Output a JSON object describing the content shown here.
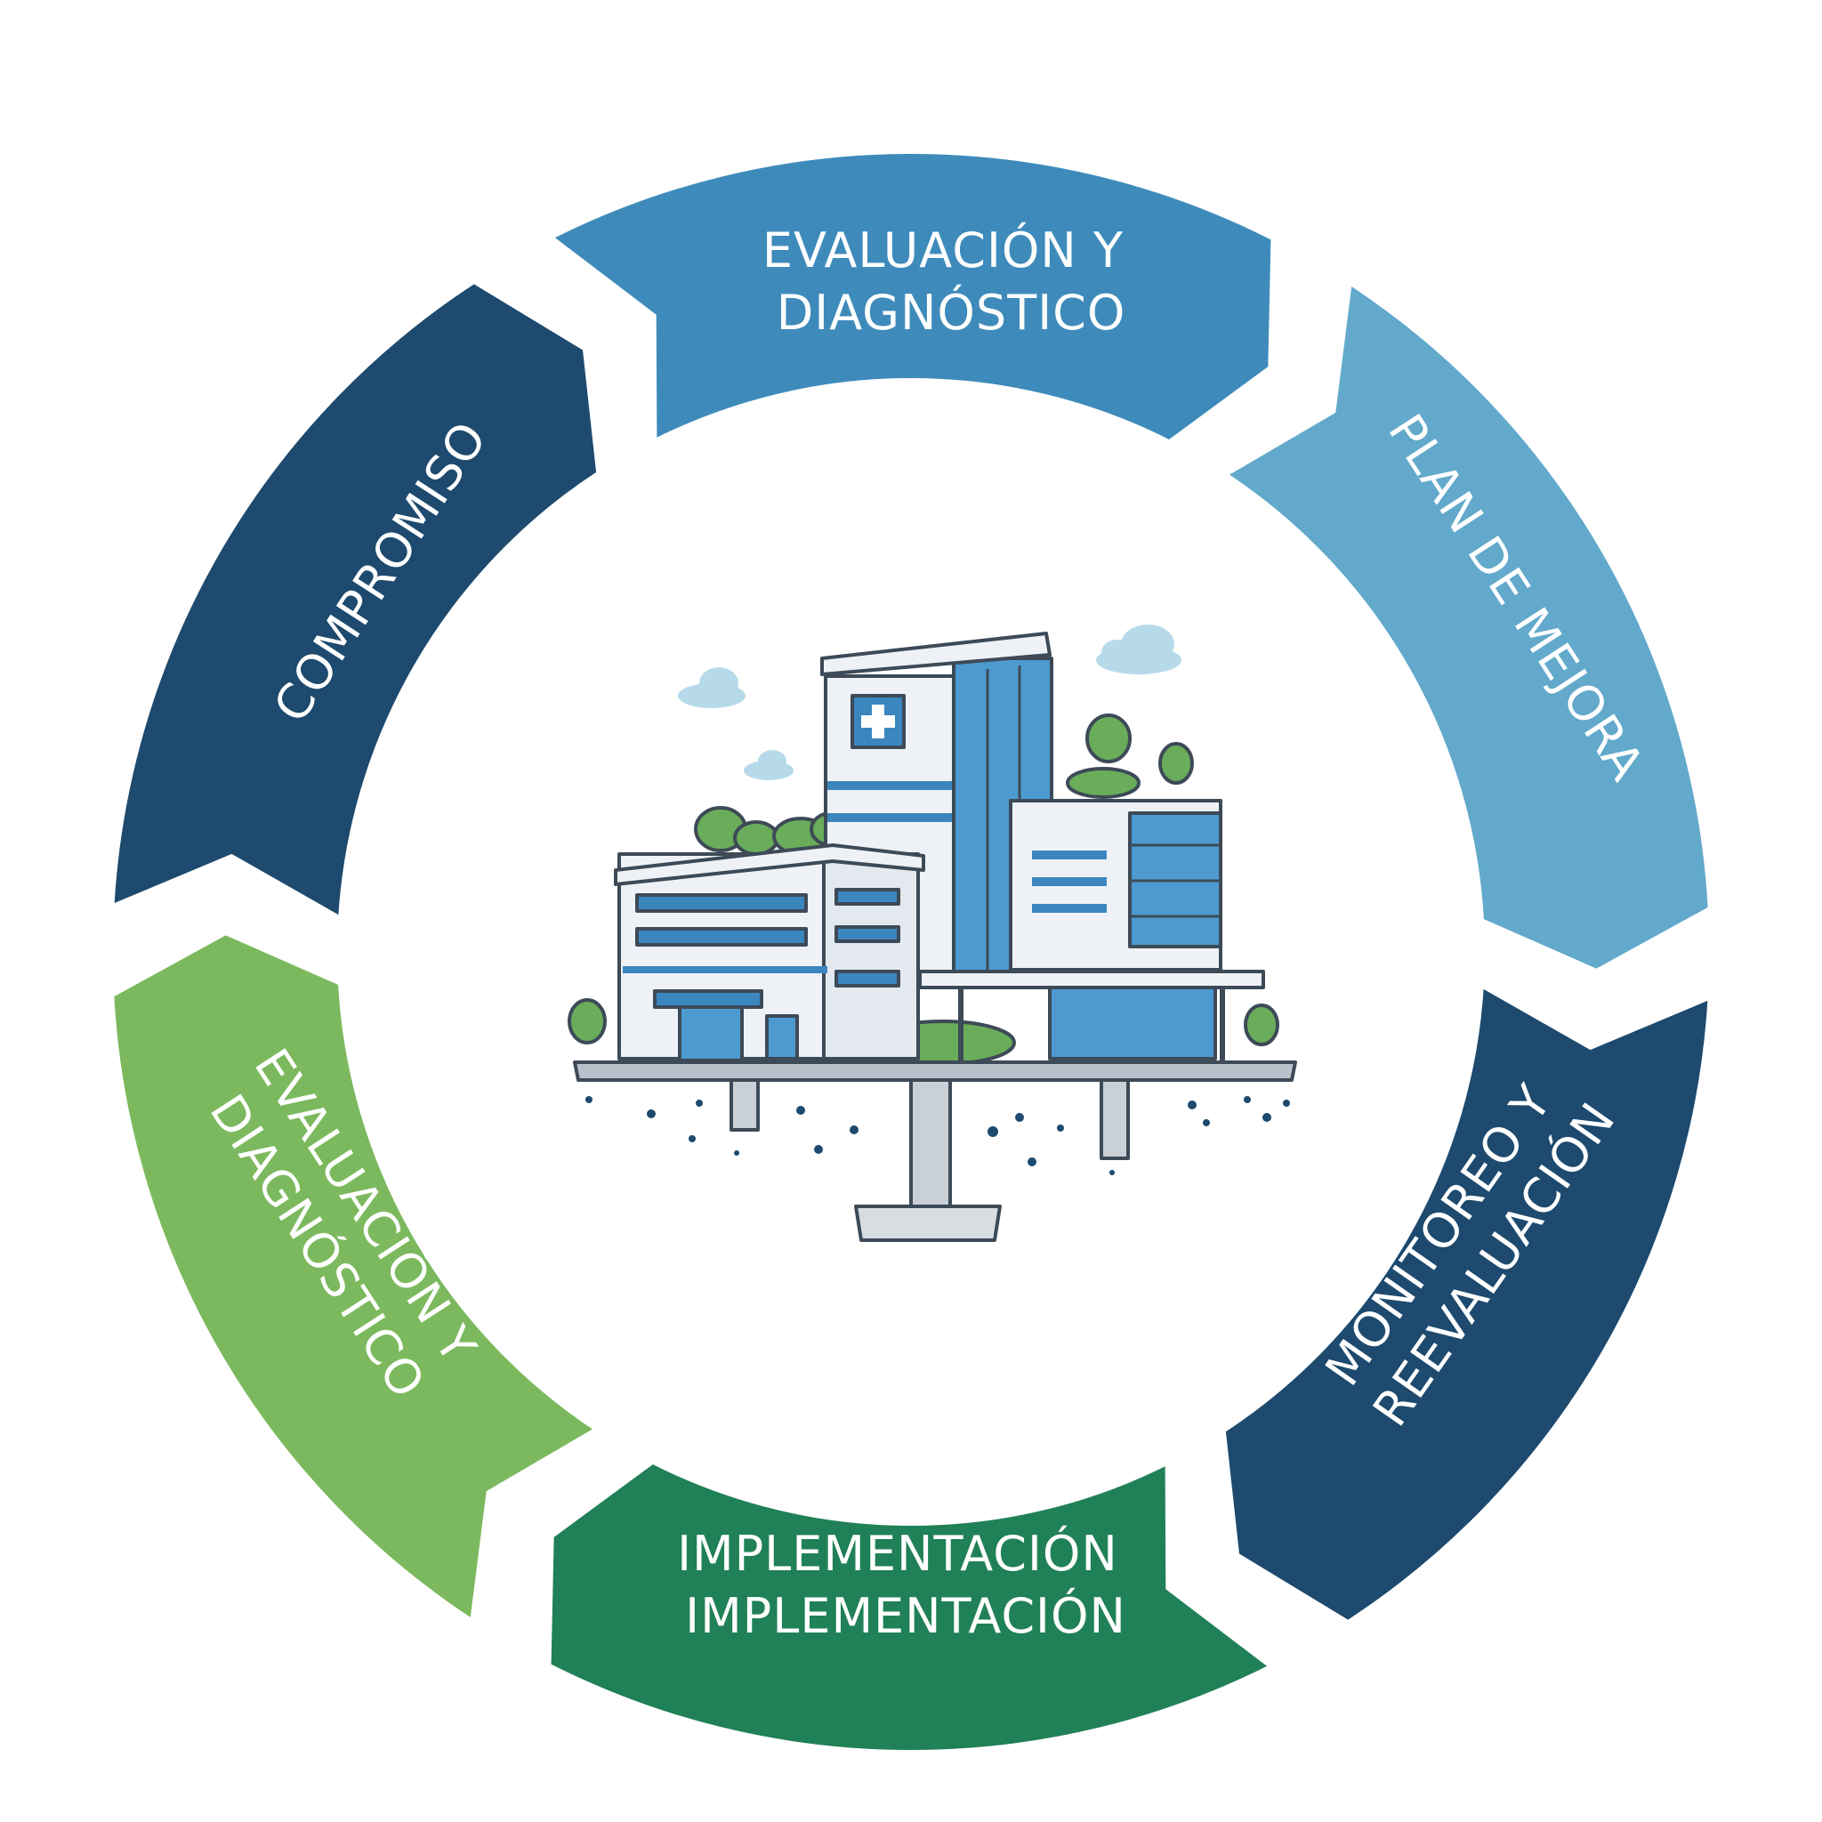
{
  "cycle": {
    "segments": [
      {
        "id": "evaluacion-top",
        "lines": [
          "EVALUACIÓN Y",
          "DIAGNÓSTICO"
        ],
        "color": "#3e8bbb"
      },
      {
        "id": "plan-mejora",
        "lines": [
          "PLAN DE MEJORA"
        ],
        "color": "#62a9cb"
      },
      {
        "id": "monitoreo",
        "lines": [
          "MONITOREO Y",
          "REEVALUACIÓN"
        ],
        "color": "#1d4a6e"
      },
      {
        "id": "implementacion",
        "lines": [
          "IMPLEMENTACIÓN",
          "IMPLEMENTACIÓN"
        ],
        "color": "#208057"
      },
      {
        "id": "evaluacion-left",
        "lines": [
          "EVALUACIÓN Y",
          "DIAGNÓSTICO"
        ],
        "color": "#7cb95e"
      },
      {
        "id": "compromiso",
        "lines": [
          "COMPROMISO"
        ],
        "color": "#1d4a6e"
      }
    ]
  },
  "center": {
    "illustration": "hospital-building-icon",
    "palette": {
      "blue": "#3c86c0",
      "glass": "#4d9ad0",
      "wall": "#eef2f6",
      "outline": "#3d4a57",
      "green": "#69ad5a",
      "cloud": "#b7daea"
    }
  }
}
